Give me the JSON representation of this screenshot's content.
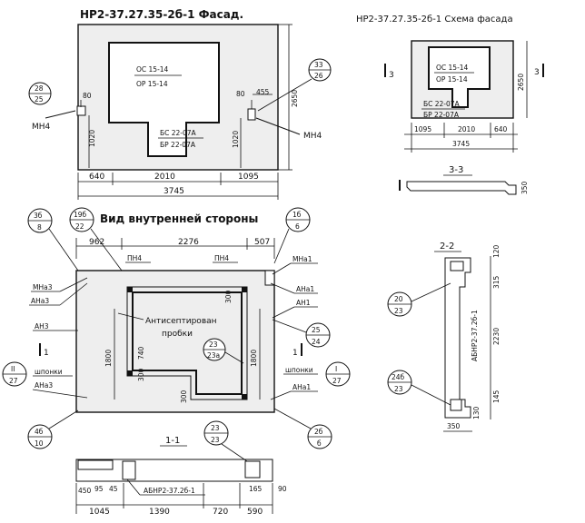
{
  "facade": {
    "title": "НР2-37.27.35-2б-1 Фасад.",
    "window_top": "ОС 15-14",
    "window_bottom": "ОР 15-14",
    "door_top": "БС 22-07А",
    "door_bottom": "БР 22-07А",
    "ref_left": {
      "top": "28",
      "bottom": "25"
    },
    "ref_right": {
      "top": "33",
      "bottom": "26"
    },
    "mn_left": "МН4",
    "mn_right": "МН4",
    "dims": {
      "left_small": "80",
      "right_small": "80",
      "right_455": "455",
      "height": "2650",
      "sill_left": "1020",
      "sill_right": "1020",
      "bottom_1": "640",
      "bottom_2": "2010",
      "bottom_3": "1095",
      "total": "3745"
    }
  },
  "scheme": {
    "title": "НР2-37.27.35-2б-1 Схема фасада",
    "window_top": "ОС 15-14",
    "window_bottom": "ОР 15-14",
    "door_top": "БС 22-07А",
    "door_bottom": "БР 22-07А",
    "cut_left": "3",
    "cut_right": "3",
    "height": "2650",
    "dims": {
      "d1": "1095",
      "d2": "2010",
      "d3": "640",
      "total": "3745"
    }
  },
  "section33": {
    "title": "3-3",
    "thickness": "350"
  },
  "interior": {
    "title": "Вид внутренней стороны",
    "refs": {
      "r3b": {
        "top": "3б",
        "bottom": "8"
      },
      "r19b": {
        "top": "19б",
        "bottom": "22"
      },
      "r1b": {
        "top": "1б",
        "bottom": "6"
      },
      "r25": {
        "top": "25",
        "bottom": "24"
      },
      "r23": {
        "top": "23",
        "bottom": "23а"
      },
      "rII": {
        "top": "II",
        "bottom": "27"
      },
      "rI": {
        "top": "I",
        "bottom": "27"
      },
      "r4b": {
        "top": "4б",
        "bottom": "10"
      },
      "r2b": {
        "top": "2б",
        "bottom": "б"
      }
    },
    "labels": {
      "pn4_left": "ПН4",
      "pn4_right": "ПН4",
      "mna1": "МНа1",
      "mna3": "МНа3",
      "ana3_top": "АНа3",
      "an3": "АН3",
      "ana1_top": "АНа1",
      "an1": "АН1",
      "ana1_bottom": "АНа1",
      "shponki_left": "шпонки",
      "shponki_right": "шпонки",
      "ana3_bottom": "АНа3",
      "cut_left": "1",
      "cut_right": "1",
      "anti_1": "Антисептирован",
      "anti_2": "пробки"
    },
    "dims": {
      "top_1": "962",
      "top_2": "2276",
      "top_3": "507",
      "h_left": "1800",
      "h_right": "1800",
      "d300_a": "300",
      "d300_b": "300",
      "d300_c": "300",
      "d740": "740"
    }
  },
  "section11": {
    "title": "1-1",
    "label": "АБНР2-37.2б-1",
    "ref": {
      "top": "23",
      "bottom": "23"
    },
    "dims": {
      "d450": "450",
      "d95": "95",
      "d45": "45",
      "d165": "165",
      "d90": "90",
      "d1045": "1045",
      "d1390": "1390",
      "d720": "720",
      "d590": "590"
    }
  },
  "section22": {
    "title": "2-2",
    "label": "АБНР2-37.2б-1",
    "ref_top": {
      "top": "20",
      "bottom": "23"
    },
    "ref_bottom": {
      "top": "24б",
      "bottom": "23"
    },
    "dims": {
      "d120": "120",
      "d315": "315",
      "d2230": "2230",
      "d145": "145",
      "d130": "130",
      "d350": "350"
    }
  }
}
